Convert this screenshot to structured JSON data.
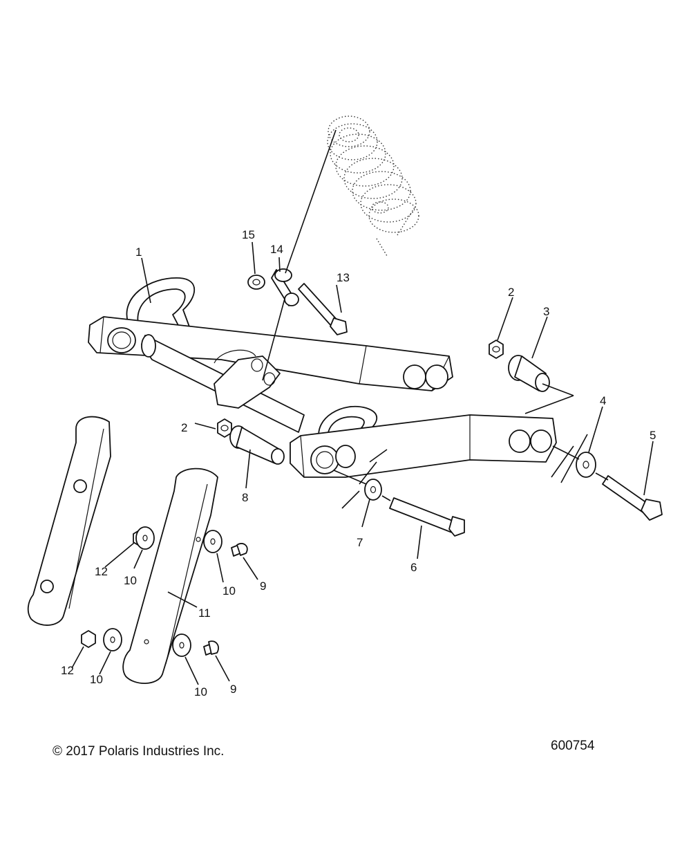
{
  "diagram": {
    "callouts": [
      {
        "id": "c1",
        "text": "1"
      },
      {
        "id": "c2a",
        "text": "2"
      },
      {
        "id": "c2b",
        "text": "2"
      },
      {
        "id": "c3",
        "text": "3"
      },
      {
        "id": "c4",
        "text": "4"
      },
      {
        "id": "c5",
        "text": "5"
      },
      {
        "id": "c6",
        "text": "6"
      },
      {
        "id": "c7",
        "text": "7"
      },
      {
        "id": "c8",
        "text": "8"
      },
      {
        "id": "c9a",
        "text": "9"
      },
      {
        "id": "c9b",
        "text": "9"
      },
      {
        "id": "c10a",
        "text": "10"
      },
      {
        "id": "c10b",
        "text": "10"
      },
      {
        "id": "c10c",
        "text": "10"
      },
      {
        "id": "c10d",
        "text": "10"
      },
      {
        "id": "c11",
        "text": "11"
      },
      {
        "id": "c12a",
        "text": "12"
      },
      {
        "id": "c12b",
        "text": "12"
      },
      {
        "id": "c13",
        "text": "13"
      },
      {
        "id": "c14",
        "text": "14"
      },
      {
        "id": "c15",
        "text": "15"
      }
    ],
    "copyright": "© 2017 Polaris Industries Inc.",
    "figure_number": "600754"
  }
}
